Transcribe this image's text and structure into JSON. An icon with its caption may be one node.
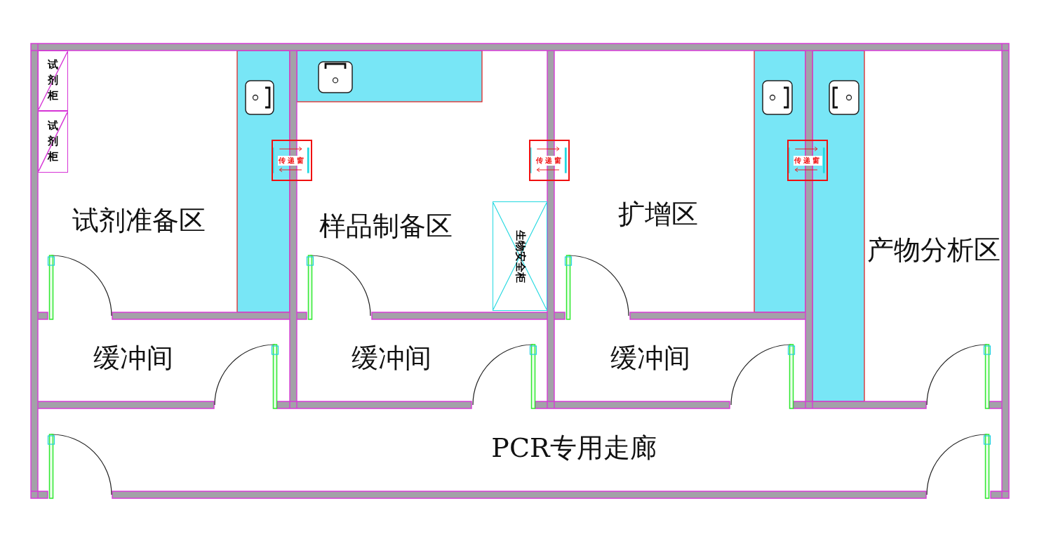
{
  "diagram": {
    "nodes": [
      {
        "text": [
          "试剂准备区"
        ]
      },
      {
        "text": [
          "试剂柜"
        ],
        "in": 0
      },
      {
        "text": [
          "试剂柜"
        ],
        "in": 0
      },
      {
        "text": [
          "传递窗"
        ]
      },
      {
        "text": [
          "样品制备区"
        ]
      },
      {
        "text": [
          "生物安全柜"
        ],
        "in": 4
      },
      {
        "text": [
          "传递窗"
        ]
      },
      {
        "text": [
          "扩增区"
        ]
      },
      {
        "text": [
          "传递窗"
        ]
      },
      {
        "text": [
          "产物分析区"
        ]
      },
      {
        "text": [
          "缓冲间"
        ]
      },
      {
        "text": [
          "缓冲间"
        ]
      },
      {
        "text": [
          "缓冲间"
        ]
      },
      {
        "text": [
          "PCR专用走廊"
        ]
      }
    ]
  }
}
